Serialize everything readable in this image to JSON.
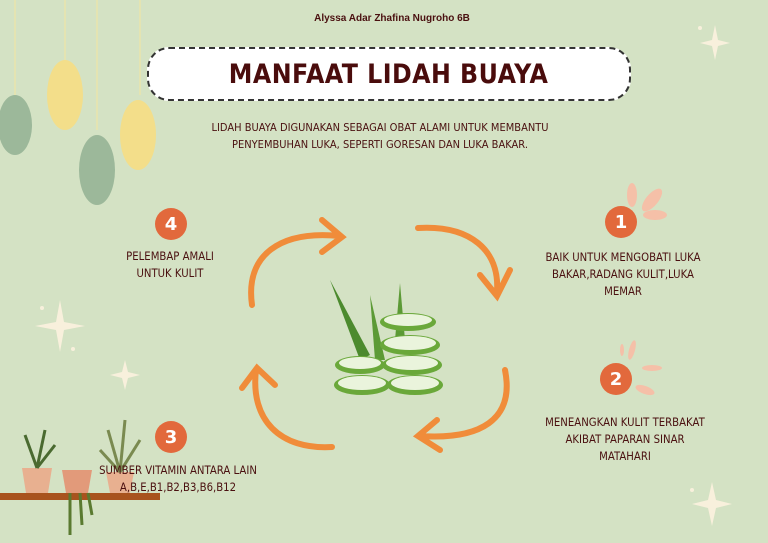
{
  "author": "Alyssa Adar Zhafina Nugroho 6B",
  "title": "MANFAAT LIDAH BUAYA",
  "description": {
    "line1": "LIDAH BUAYA DIGUNAKAN SEBAGAI OBAT ALAMI UNTUK MEMBANTU",
    "line2": "PENYEMBUHAN LUKA, SEPERTI GORESAN DAN LUKA BAKAR."
  },
  "benefits": [
    {
      "number": "1",
      "text": "BAIK UNTUK MENGOBATI LUKA\nBAKAR,RADANG KULIT,LUKA\nMEMAR"
    },
    {
      "number": "2",
      "text": "MENEANGKAN KULIT TERBAKAT\nAKIBAT PAPARAN SINAR\nMATAHARI"
    },
    {
      "number": "3",
      "text": "SUMBER VITAMIN ANTARA LAIN\nA,B,E,B1,B2,B3,B6,B12"
    },
    {
      "number": "4",
      "text": "PELEMBAP AMALI\nUNTUK KULIT"
    }
  ],
  "colors": {
    "background": "#d4e2c4",
    "text": "#4a1010",
    "badge": "#e2693c",
    "arrow": "#f08c3a"
  }
}
